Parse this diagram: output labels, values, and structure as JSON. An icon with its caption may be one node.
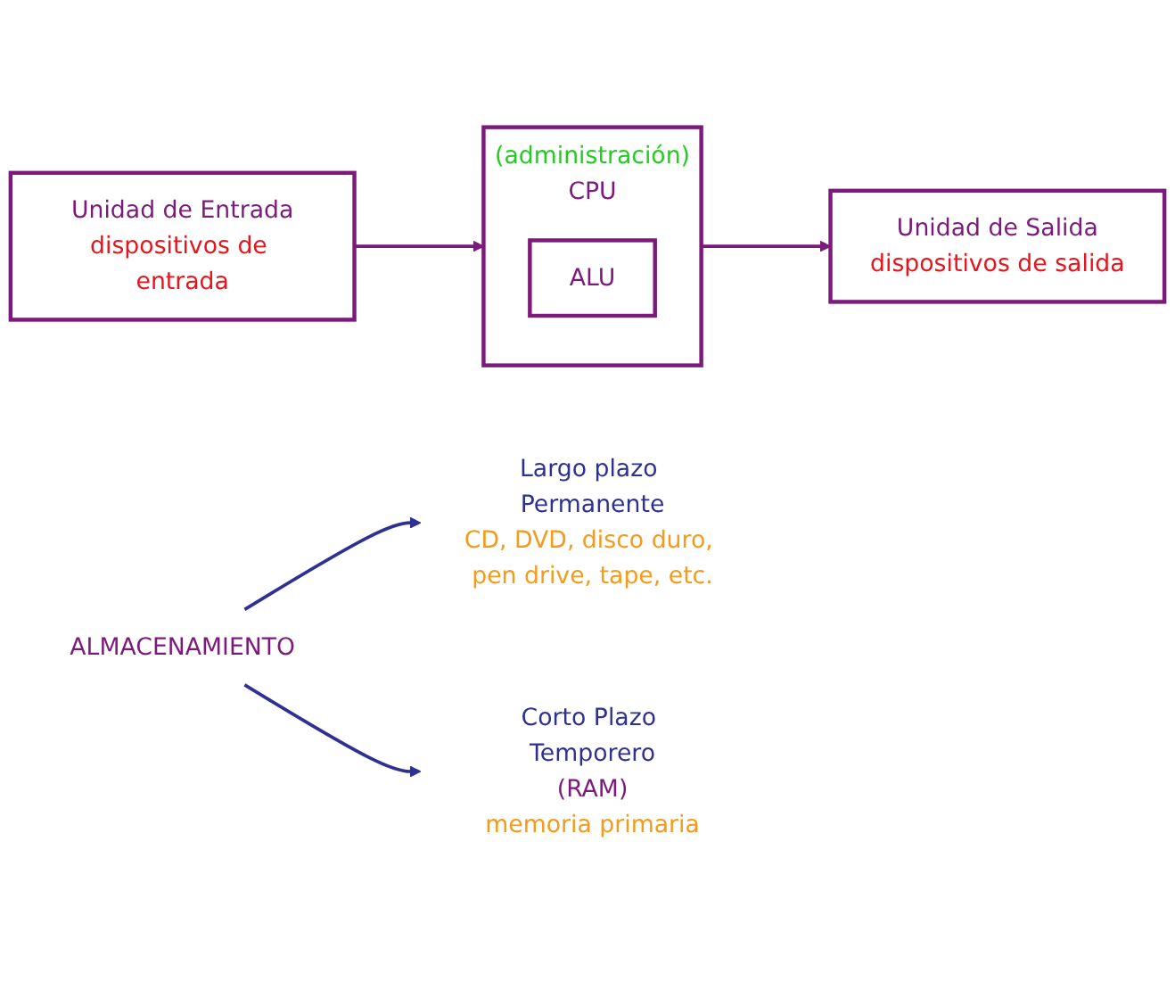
{
  "diagram": {
    "nodes": [
      {
        "text": [
          "(administración)",
          "CPU"
        ]
      },
      {
        "text": [
          "ALU"
        ],
        "in": 0
      },
      {
        "text": [
          "Unidad de Entrada",
          "dispositivos de entrada"
        ]
      },
      {
        "text": [
          "Unidad de Salida",
          "dispositivos de salida"
        ]
      },
      {
        "text": [
          "ALMACENAMIENTO"
        ]
      },
      {
        "text": [
          "Largo plazo Permanente"
        ],
        "beside": [
          "CD, DVD, disco duro, pen drive, tape, etc."
        ]
      },
      {
        "text": [
          "Corto Plazo Temporero",
          "(RAM)"
        ],
        "beside": [
          "memoria primaria"
        ]
      }
    ],
    "edges": [
      {
        "from": 2,
        "to": 0,
        "arrow": "to"
      },
      {
        "from": 0,
        "to": 3,
        "arrow": "to"
      },
      {
        "from": 4,
        "to": 5,
        "arrow": "to",
        "color": "#2e3192"
      },
      {
        "from": 4,
        "to": 6,
        "arrow": "to",
        "color": "#2e3192"
      }
    ]
  }
}
